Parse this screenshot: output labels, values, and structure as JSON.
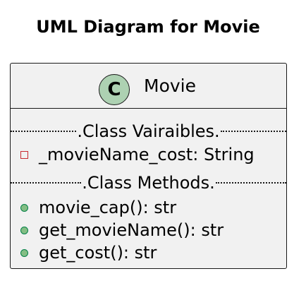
{
  "title": "UML Diagram for Movie",
  "class": {
    "stereotype_letter": "C",
    "name": "Movie",
    "attributes_section_label": ".Class Vairaibles.",
    "attributes": [
      {
        "visibility": "private",
        "text": "_movieName_cost: String"
      }
    ],
    "methods_section_label": ".Class Methods.",
    "methods": [
      {
        "visibility": "public",
        "text": "movie_cap(): str"
      },
      {
        "visibility": "public",
        "text": "get_movieName(): str"
      },
      {
        "visibility": "public",
        "text": "get_cost(): str"
      }
    ]
  },
  "colors": {
    "box_fill": "#f1f1f1",
    "box_border": "#181818",
    "class_badge": "#add1b2",
    "private_marker": "#c82930",
    "public_marker_fill": "#84be84",
    "public_marker_border": "#038048"
  }
}
